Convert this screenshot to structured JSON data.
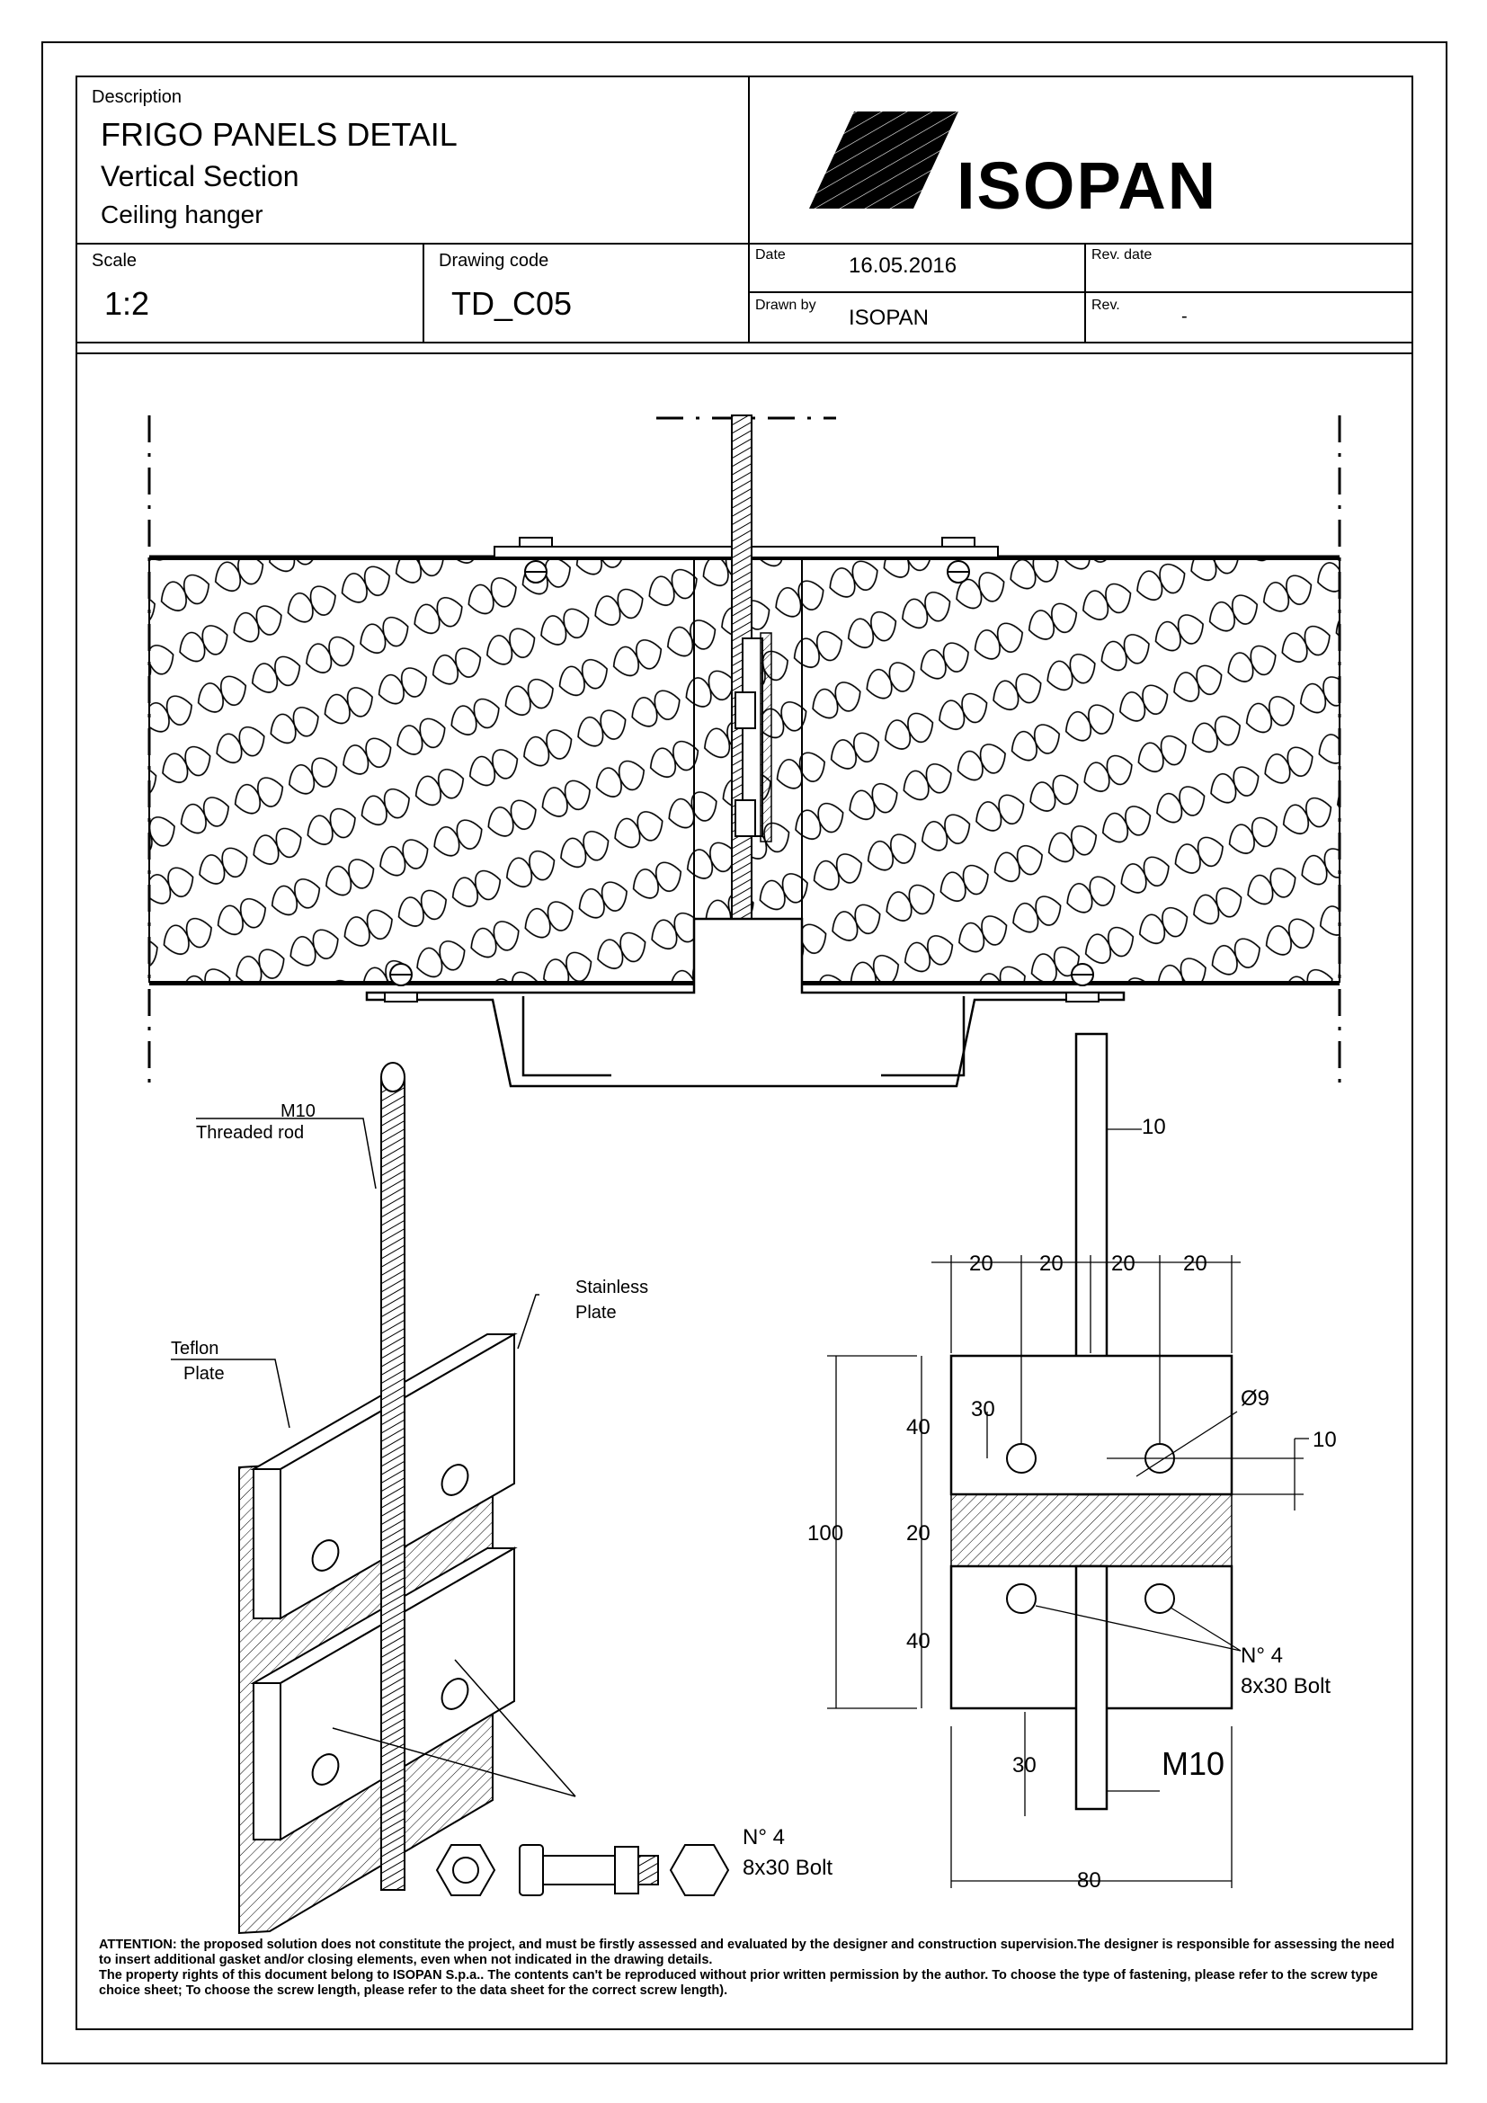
{
  "title_block": {
    "description_label": "Description",
    "title": "FRIGO PANELS DETAIL",
    "subtitle": "Vertical Section",
    "subtitle2": "Ceiling hanger",
    "scale_label": "Scale",
    "scale_value": "1:2",
    "drawing_code_label": "Drawing code",
    "drawing_code_value": "TD_C05",
    "date_label": "Date",
    "date_value": "16.05.2016",
    "drawn_by_label": "Drawn by",
    "drawn_by_value": "ISOPAN",
    "rev_date_label": "Rev. date",
    "rev_label": "Rev.",
    "rev_value": "-",
    "logo_text": "ISOPAN"
  },
  "labels": {
    "rod_size": "M10",
    "rod_name": "Threaded rod",
    "stainless_1": "Stainless",
    "stainless_2": "Plate",
    "teflon_1": "Teflon",
    "teflon_2": "Plate",
    "bolt_count": "N° 4",
    "bolt_size": "8x30 Bolt",
    "bolt_count_2": "N° 4",
    "bolt_size_2": "8x30 Bolt",
    "rod_m10": "M10",
    "hole": "Ø9"
  },
  "dimensions": {
    "d_top_10": "10",
    "d_20a": "20",
    "d_20b": "20",
    "d_20c": "20",
    "d_20d": "20",
    "d_30_top": "30",
    "d_40_top": "40",
    "d_100": "100",
    "d_20_mid": "20",
    "d_40_bot": "40",
    "d_10_right": "10",
    "d_30_bot": "30",
    "d_80": "80"
  },
  "attention": {
    "line1": "ATTENTION: the proposed solution does not constitute the project, and must be firstly assessed and evaluated by the designer and construction supervision.The designer is responsible for assessing the need to insert additional gasket and/or closing elements, even when not indicated in the drawing details.",
    "line2": "The property rights of this document belong to ISOPAN S.p.a.. The contents can't be reproduced without prior written permission by the author. To choose the type of fastening, please refer to the screw type choice sheet; To choose the screw length, please refer to the data sheet for the correct screw length)."
  }
}
